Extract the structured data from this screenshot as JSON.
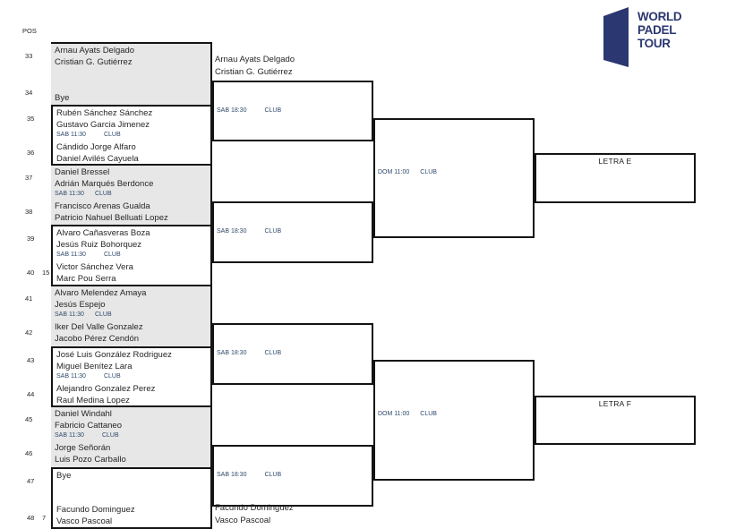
{
  "header": {
    "pos_label": "POS"
  },
  "logo": {
    "word1": "WORLD",
    "word2": "PADEL",
    "word3": "TOUR",
    "color": "#2b3770"
  },
  "colors": {
    "shaded_row": "#e7e7e7",
    "border": "#141414",
    "schedule_text": "#2e4a6b",
    "name_text": "#262626"
  },
  "round1": {
    "matches": [
      {
        "pos_a": "33",
        "team_a1": "Arnau Ayats Delgado",
        "team_a2": "Cristian G. Gutiérrez",
        "pos_b": "34",
        "team_b1": "Bye"
      },
      {
        "pos_a": "35",
        "team_a1": "Rubén Sánchez Sánchez",
        "team_a2": "Gustavo Garcia Jimenez",
        "day_time": "SAB 11:30",
        "venue": "CLUB",
        "pos_b": "36",
        "team_b1": "Cándido Jorge Alfaro",
        "team_b2": "Daniel Avilés Cayuela"
      },
      {
        "pos_a": "37",
        "team_a1": "Daniel Bressel",
        "team_a2": "Adrián Marqués Berdonce",
        "day_time": "SAB 11:30",
        "venue": "CLUB",
        "pos_b": "38",
        "team_b1": "Francisco Arenas Gualda",
        "team_b2": "Patricio Nahuel Belluati Lopez"
      },
      {
        "pos_a": "39",
        "team_a1": "Alvaro Cañasveras Boza",
        "team_a2": "Jesús Ruiz Bohorquez",
        "day_time": "SAB 11:30",
        "venue": "CLUB",
        "pos_b": "40",
        "seed_b": "15",
        "team_b1": "Victor Sánchez Vera",
        "team_b2": "Marc Pou Serra"
      },
      {
        "pos_a": "41",
        "team_a1": "Alvaro Melendez Amaya",
        "team_a2": "Jesús Espejo",
        "day_time": "SAB 11:30",
        "venue": "CLUB",
        "pos_b": "42",
        "team_b1": "Iker Del Valle Gonzalez",
        "team_b2": "Jacobo Pérez Cendón"
      },
      {
        "pos_a": "43",
        "team_a1": "José Luis González Rodriguez",
        "team_a2": "Miguel Benítez Lara",
        "day_time": "SAB 11:30",
        "venue": "CLUB",
        "pos_b": "44",
        "team_b1": "Alejandro Gonzalez Perez",
        "team_b2": "Raul Medina Lopez"
      },
      {
        "pos_a": "45",
        "team_a1": "Daniel Windahl",
        "team_a2": "Fabricio Cattaneo",
        "day_time": "SAB 11:30",
        "venue": "CLUB",
        "pos_b": "46",
        "team_b1": "Jorge Señorán",
        "team_b2": "Luis Pozo Carballo"
      },
      {
        "pos_a": "47",
        "team_a1": "Bye",
        "pos_b": "48",
        "seed_b": "7",
        "team_b1": "Facundo Dominguez",
        "team_b2": "Vasco Pascoal"
      }
    ]
  },
  "round2": {
    "winner_top_1": "Arnau Ayats Delgado",
    "winner_top_2": "Cristian G. Gutiérrez",
    "winner_bottom_1": "Facundo Dominguez",
    "winner_bottom_2": "Vasco Pascoal",
    "matches": [
      {
        "day_time": "SAB 18:30",
        "venue": "CLUB"
      },
      {
        "day_time": "SAB 18:30",
        "venue": "CLUB"
      },
      {
        "day_time": "SAB 18:30",
        "venue": "CLUB"
      },
      {
        "day_time": "SAB 18:30",
        "venue": "CLUB"
      }
    ]
  },
  "round3": {
    "matches": [
      {
        "day_time": "DOM 11:00",
        "venue": "CLUB"
      },
      {
        "day_time": "DOM 11:00",
        "venue": "CLUB"
      }
    ]
  },
  "finals": [
    {
      "label": "LETRA E"
    },
    {
      "label": "LETRA F"
    }
  ]
}
